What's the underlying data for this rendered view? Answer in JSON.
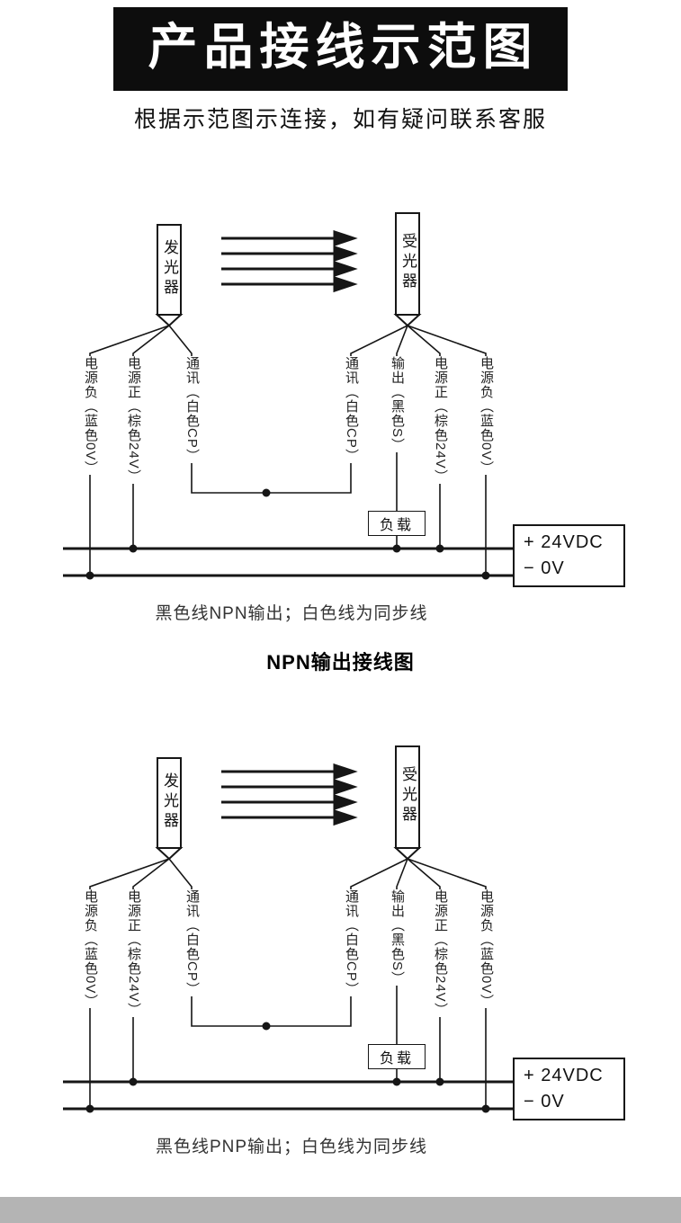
{
  "colors": {
    "ink": "#161616",
    "banner_bg": "#0d0d0d",
    "banner_fg": "#ffffff",
    "footer_bar": "#b4b4b4"
  },
  "header": {
    "title": "产品接线示范图",
    "subtitle": "根据示范图示连接，如有疑问联系客服"
  },
  "diagrams": [
    {
      "emitter": "发光器",
      "receiver": "受光器",
      "left_wires": [
        "电源负（蓝色0V）",
        "电源正（棕色24V）",
        "通讯（白色CP）"
      ],
      "right_wires": [
        "通讯（白色CP）",
        "输出（黑色S）",
        "电源正（棕色24V）",
        "电源负（蓝色0V）"
      ],
      "load": "负载",
      "psu_plus": "+ 24VDC",
      "psu_minus": "− 0V",
      "caption": "黑色线NPN输出；白色线为同步线",
      "title": "NPN输出接线图"
    },
    {
      "emitter": "发光器",
      "receiver": "受光器",
      "left_wires": [
        "电源负（蓝色0V）",
        "电源正（棕色24V）",
        "通讯（白色CP）"
      ],
      "right_wires": [
        "通讯（白色CP）",
        "输出（黑色S）",
        "电源正（棕色24V）",
        "电源负（蓝色0V）"
      ],
      "load": "负载",
      "psu_plus": "+ 24VDC",
      "psu_minus": "− 0V",
      "caption": "黑色线PNP输出；白色线为同步线"
    }
  ]
}
